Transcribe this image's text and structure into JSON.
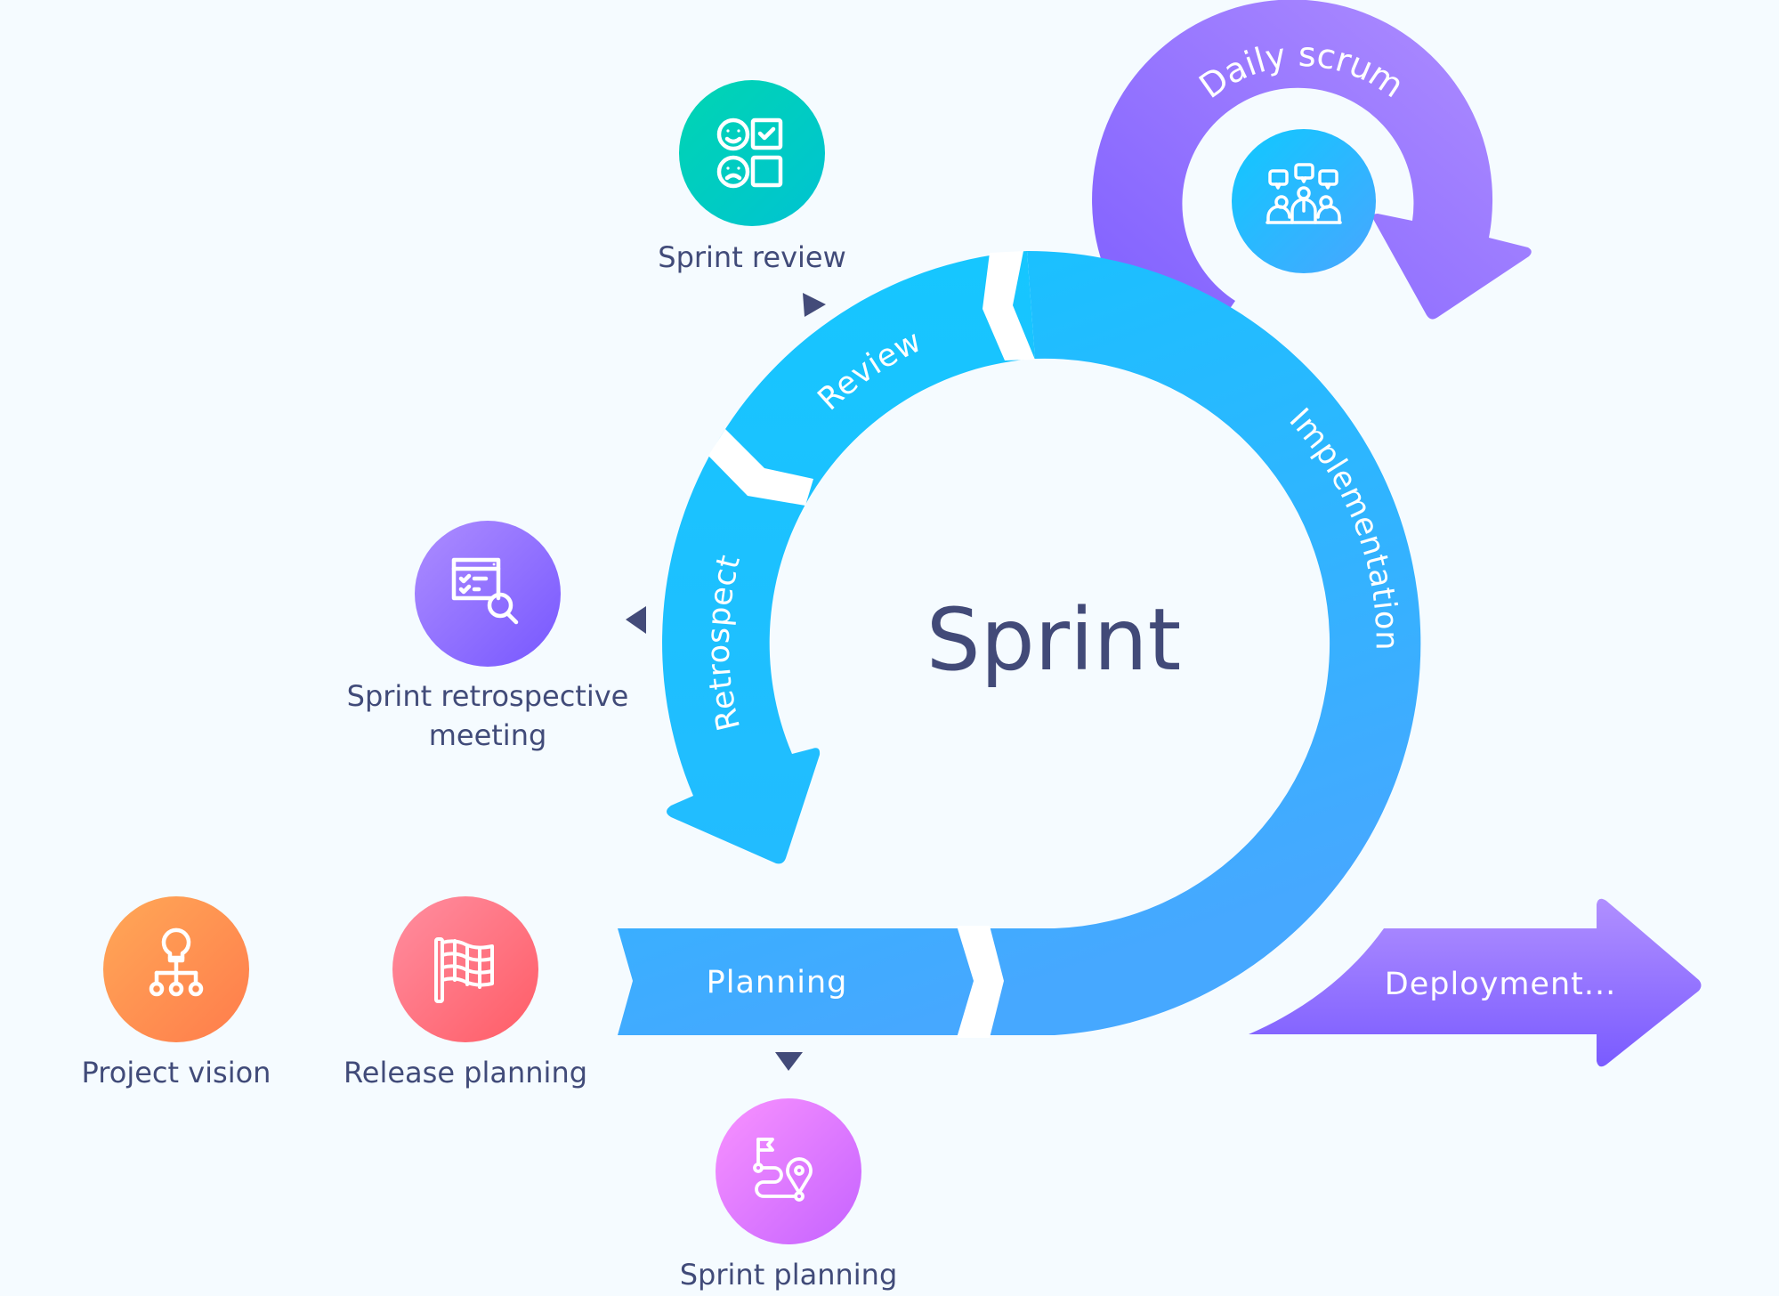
{
  "diagram": {
    "title": "Sprint",
    "cycle_phases": [
      {
        "id": "planning",
        "label": "Planning"
      },
      {
        "id": "implementation",
        "label": "Implementation"
      },
      {
        "id": "review",
        "label": "Review"
      },
      {
        "id": "retrospect",
        "label": "Retrospect"
      }
    ],
    "daily_loop": {
      "label": "Daily scrum",
      "icon": "team-discussion-icon"
    },
    "output": {
      "label": "Deployment..."
    },
    "events": [
      {
        "id": "project-vision",
        "label": "Project vision",
        "icon": "lightbulb-hierarchy-icon",
        "color_from": "#ffa857",
        "color_to": "#ff7c4c"
      },
      {
        "id": "release-planning",
        "label": "Release planning",
        "icon": "checkered-flag-icon",
        "color_from": "#ff8ea0",
        "color_to": "#ff5c66"
      },
      {
        "id": "sprint-planning",
        "label": "Sprint planning",
        "icon": "route-map-icon",
        "color_from": "#f992ff",
        "color_to": "#c563ff"
      },
      {
        "id": "sprint-review",
        "label": "Sprint review",
        "icon": "feedback-checklist-icon",
        "color_from": "#00d5b2",
        "color_to": "#00c3d2"
      },
      {
        "id": "sprint-retrospective",
        "label_line1": "Sprint retrospective",
        "label_line2": "meeting",
        "icon": "checklist-search-icon",
        "color_from": "#ad8dff",
        "color_to": "#7757ff"
      }
    ]
  },
  "colors": {
    "background": "#f5fbff",
    "cycle_blue_top": "#12c5ff",
    "cycle_blue_bottom": "#46a8ff",
    "purple_light": "#b08fff",
    "purple_dark": "#7a5bff",
    "text_dark": "#414b79",
    "marker": "#434b79"
  }
}
